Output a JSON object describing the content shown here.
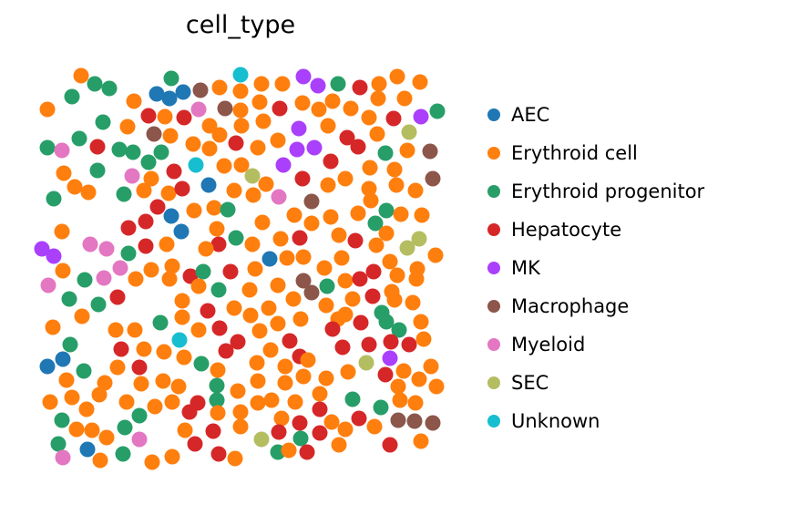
{
  "chart_data": {
    "type": "scatter",
    "title": "cell_type",
    "xlabel": "",
    "ylabel": "",
    "grid": false,
    "axes_visible": false,
    "legend_position": "right of plot",
    "coordinate_space": "figure pixels (878x554, y down)",
    "marker_diameter_px": 17,
    "point_radius": 8.5,
    "n_points": 318,
    "categories": [
      {
        "name": "AEC",
        "color": "#1f77b4"
      },
      {
        "name": "Erythroid cell",
        "color": "#ff7f0e"
      },
      {
        "name": "Erythroid progenitor",
        "color": "#279e68"
      },
      {
        "name": "Hepatocyte",
        "color": "#d62728"
      },
      {
        "name": "MK",
        "color": "#aa40fc"
      },
      {
        "name": "Macrophage",
        "color": "#8c564b"
      },
      {
        "name": "Myeloid",
        "color": "#e377c2"
      },
      {
        "name": "SEC",
        "color": "#b5bd61"
      },
      {
        "name": "Unknown",
        "color": "#17becf"
      }
    ],
    "points": [
      [
        89,
        83,
        1
      ],
      [
        104,
        92,
        2
      ],
      [
        120,
        97,
        2
      ],
      [
        79,
        106,
        2
      ],
      [
        172,
        103,
        0
      ],
      [
        186,
        108,
        0
      ],
      [
        147,
        111,
        1
      ],
      [
        52,
        120,
        1
      ],
      [
        163,
        127,
        3
      ],
      [
        181,
        128,
        1
      ],
      [
        113,
        134,
        2
      ],
      [
        140,
        139,
        1
      ],
      [
        169,
        147,
        5
      ],
      [
        187,
        149,
        1
      ],
      [
        87,
        152,
        2
      ],
      [
        52,
        162,
        2
      ],
      [
        68,
        165,
        6
      ],
      [
        107,
        161,
        3
      ],
      [
        131,
        164,
        2
      ],
      [
        146,
        167,
        2
      ],
      [
        177,
        167,
        2
      ],
      [
        163,
        178,
        2
      ],
      [
        70,
        190,
        1
      ],
      [
        107,
        187,
        2
      ],
      [
        145,
        193,
        6
      ],
      [
        166,
        196,
        1
      ],
      [
        82,
        205,
        1
      ],
      [
        97,
        211,
        1
      ],
      [
        136,
        213,
        2
      ],
      [
        158,
        209,
        1
      ],
      [
        185,
        212,
        1
      ],
      [
        264,
        82,
        8
      ],
      [
        333,
        84,
        4
      ],
      [
        188,
        86,
        2
      ],
      [
        201,
        101,
        0
      ],
      [
        220,
        99,
        5
      ],
      [
        241,
        96,
        1
      ],
      [
        287,
        92,
        1
      ],
      [
        310,
        92,
        1
      ],
      [
        349,
        94,
        4
      ],
      [
        264,
        100,
        1
      ],
      [
        285,
        112,
        1
      ],
      [
        332,
        113,
        1
      ],
      [
        218,
        120,
        6
      ],
      [
        247,
        119,
        5
      ],
      [
        264,
        121,
        1
      ],
      [
        307,
        119,
        3
      ],
      [
        202,
        129,
        3
      ],
      [
        230,
        138,
        1
      ],
      [
        265,
        138,
        1
      ],
      [
        289,
        133,
        1
      ],
      [
        328,
        141,
        4
      ],
      [
        241,
        148,
        1
      ],
      [
        259,
        157,
        3
      ],
      [
        305,
        154,
        1
      ],
      [
        212,
        158,
        1
      ],
      [
        326,
        164,
        4
      ],
      [
        345,
        162,
        4
      ],
      [
        230,
        163,
        1
      ],
      [
        283,
        162,
        1
      ],
      [
        215,
        181,
        8
      ],
      [
        246,
        182,
        1
      ],
      [
        265,
        181,
        1
      ],
      [
        311,
        181,
        4
      ],
      [
        277,
        193,
        7
      ],
      [
        191,
        188,
        3
      ],
      [
        332,
        196,
        3
      ],
      [
        229,
        203,
        0
      ],
      [
        292,
        202,
        1
      ],
      [
        200,
        207,
        3
      ],
      [
        257,
        209,
        1
      ],
      [
        278,
        214,
        1
      ],
      [
        371,
        92,
        2
      ],
      [
        395,
        96,
        3
      ],
      [
        416,
        92,
        1
      ],
      [
        436,
        84,
        1
      ],
      [
        461,
        90,
        1
      ],
      [
        365,
        111,
        1
      ],
      [
        350,
        120,
        1
      ],
      [
        415,
        108,
        1
      ],
      [
        444,
        108,
        1
      ],
      [
        385,
        119,
        1
      ],
      [
        405,
        129,
        1
      ],
      [
        432,
        130,
        3
      ],
      [
        462,
        128,
        4
      ],
      [
        480,
        122,
        2
      ],
      [
        360,
        138,
        1
      ],
      [
        449,
        145,
        7
      ],
      [
        381,
        151,
        3
      ],
      [
        393,
        161,
        3
      ],
      [
        414,
        147,
        1
      ],
      [
        423,
        168,
        2
      ],
      [
        447,
        165,
        1
      ],
      [
        472,
        166,
        5
      ],
      [
        363,
        177,
        3
      ],
      [
        406,
        184,
        1
      ],
      [
        433,
        186,
        1
      ],
      [
        379,
        196,
        1
      ],
      [
        360,
        203,
        1
      ],
      [
        475,
        196,
        5
      ],
      [
        405,
        207,
        1
      ],
      [
        435,
        203,
        1
      ],
      [
        456,
        209,
        1
      ],
      [
        59,
        218,
        2
      ],
      [
        173,
        227,
        3
      ],
      [
        188,
        237,
        0
      ],
      [
        160,
        243,
        3
      ],
      [
        141,
        250,
        3
      ],
      [
        68,
        254,
        1
      ],
      [
        46,
        273,
        4
      ],
      [
        59,
        281,
        4
      ],
      [
        99,
        268,
        6
      ],
      [
        117,
        273,
        6
      ],
      [
        141,
        278,
        2
      ],
      [
        160,
        270,
        3
      ],
      [
        183,
        268,
        1
      ],
      [
        69,
        297,
        1
      ],
      [
        132,
        294,
        6
      ],
      [
        166,
        296,
        1
      ],
      [
        189,
        292,
        1
      ],
      [
        93,
        307,
        2
      ],
      [
        114,
        305,
        6
      ],
      [
        149,
        306,
        1
      ],
      [
        186,
        306,
        1
      ],
      [
        53,
        313,
        6
      ],
      [
        76,
        328,
        2
      ],
      [
        129,
        326,
        3
      ],
      [
        108,
        334,
        2
      ],
      [
        90,
        347,
        1
      ],
      [
        58,
        359,
        1
      ],
      [
        127,
        362,
        1
      ],
      [
        148,
        362,
        1
      ],
      [
        176,
        354,
        2
      ],
      [
        306,
        216,
        6
      ],
      [
        342,
        221,
        5
      ],
      [
        213,
        231,
        1
      ],
      [
        235,
        228,
        1
      ],
      [
        250,
        230,
        2
      ],
      [
        288,
        244,
        1
      ],
      [
        323,
        236,
        1
      ],
      [
        342,
        245,
        1
      ],
      [
        199,
        254,
        0
      ],
      [
        238,
        251,
        1
      ],
      [
        240,
        268,
        3
      ],
      [
        259,
        261,
        2
      ],
      [
        226,
        273,
        1
      ],
      [
        277,
        268,
        1
      ],
      [
        329,
        261,
        3
      ],
      [
        308,
        262,
        1
      ],
      [
        296,
        284,
        0
      ],
      [
        315,
        283,
        1
      ],
      [
        333,
        282,
        1
      ],
      [
        209,
        303,
        3
      ],
      [
        223,
        298,
        2
      ],
      [
        253,
        298,
        3
      ],
      [
        280,
        295,
        1
      ],
      [
        240,
        318,
        2
      ],
      [
        218,
        314,
        1
      ],
      [
        305,
        313,
        1
      ],
      [
        333,
        308,
        5
      ],
      [
        342,
        321,
        5
      ],
      [
        200,
        330,
        1
      ],
      [
        274,
        318,
        1
      ],
      [
        322,
        328,
        1
      ],
      [
        228,
        341,
        3
      ],
      [
        257,
        338,
        1
      ],
      [
        295,
        338,
        1
      ],
      [
        275,
        346,
        1
      ],
      [
        200,
        348,
        1
      ],
      [
        330,
        350,
        1
      ],
      [
        305,
        355,
        1
      ],
      [
        241,
        360,
        3
      ],
      [
        218,
        362,
        1
      ],
      [
        285,
        363,
        1
      ],
      [
        407,
        220,
        1
      ],
      [
        424,
        231,
        2
      ],
      [
        440,
        235,
        1
      ],
      [
        463,
        236,
        1
      ],
      [
        363,
        238,
        1
      ],
      [
        393,
        234,
        1
      ],
      [
        412,
        245,
        2
      ],
      [
        372,
        258,
        1
      ],
      [
        390,
        264,
        3
      ],
      [
        424,
        256,
        1
      ],
      [
        460,
        262,
        7
      ],
      [
        447,
        272,
        7
      ],
      [
        413,
        269,
        1
      ],
      [
        478,
        280,
        1
      ],
      [
        356,
        294,
        1
      ],
      [
        375,
        283,
        1
      ],
      [
        428,
        287,
        1
      ],
      [
        410,
        298,
        3
      ],
      [
        458,
        295,
        1
      ],
      [
        379,
        308,
        1
      ],
      [
        395,
        306,
        3
      ],
      [
        359,
        314,
        2
      ],
      [
        436,
        302,
        1
      ],
      [
        457,
        306,
        1
      ],
      [
        409,
        325,
        3
      ],
      [
        387,
        328,
        1
      ],
      [
        430,
        320,
        1
      ],
      [
        433,
        329,
        1
      ],
      [
        453,
        332,
        1
      ],
      [
        358,
        335,
        1
      ],
      [
        379,
        345,
        1
      ],
      [
        419,
        343,
        2
      ],
      [
        424,
        353,
        2
      ],
      [
        371,
        350,
        1
      ],
      [
        396,
        354,
        3
      ],
      [
        365,
        361,
        3
      ],
      [
        438,
        362,
        2
      ],
      [
        462,
        353,
        1
      ],
      [
        77,
        378,
        2
      ],
      [
        69,
        394,
        0
      ],
      [
        52,
        402,
        0
      ],
      [
        133,
        383,
        3
      ],
      [
        158,
        383,
        1
      ],
      [
        180,
        386,
        1
      ],
      [
        129,
        403,
        1
      ],
      [
        153,
        403,
        3
      ],
      [
        92,
        407,
        2
      ],
      [
        73,
        417,
        1
      ],
      [
        115,
        420,
        1
      ],
      [
        155,
        421,
        1
      ],
      [
        179,
        418,
        1
      ],
      [
        79,
        436,
        1
      ],
      [
        109,
        433,
        1
      ],
      [
        55,
        441,
        1
      ],
      [
        139,
        441,
        1
      ],
      [
        170,
        446,
        1
      ],
      [
        189,
        441,
        1
      ],
      [
        68,
        461,
        2
      ],
      [
        153,
        456,
        2
      ],
      [
        95,
        449,
        1
      ],
      [
        84,
        471,
        1
      ],
      [
        101,
        472,
        1
      ],
      [
        137,
        469,
        2
      ],
      [
        117,
        480,
        1
      ],
      [
        153,
        482,
        6
      ],
      [
        64,
        487,
        2
      ],
      [
        96,
        493,
        0
      ],
      [
        69,
        502,
        6
      ],
      [
        135,
        498,
        2
      ],
      [
        110,
        505,
        1
      ],
      [
        167,
        507,
        1
      ],
      [
        189,
        501,
        1
      ],
      [
        197,
        373,
        8
      ],
      [
        261,
        375,
        3
      ],
      [
        248,
        385,
        3
      ],
      [
        297,
        384,
        1
      ],
      [
        202,
        392,
        1
      ],
      [
        221,
        399,
        2
      ],
      [
        239,
        406,
        1
      ],
      [
        282,
        398,
        1
      ],
      [
        313,
        402,
        1
      ],
      [
        318,
        374,
        3
      ],
      [
        329,
        391,
        3
      ],
      [
        338,
        395,
        1
      ],
      [
        283,
        418,
        1
      ],
      [
        313,
        420,
        1
      ],
      [
        333,
        413,
        1
      ],
      [
        238,
        423,
        2
      ],
      [
        261,
        429,
        1
      ],
      [
        238,
        439,
        2
      ],
      [
        196,
        424,
        1
      ],
      [
        217,
        442,
        3
      ],
      [
        208,
        452,
        3
      ],
      [
        283,
        442,
        1
      ],
      [
        298,
        439,
        1
      ],
      [
        324,
        441,
        1
      ],
      [
        351,
        432,
        1
      ],
      [
        351,
        449,
        3
      ],
      [
        239,
        453,
        1
      ],
      [
        264,
        452,
        1
      ],
      [
        203,
        472,
        1
      ],
      [
        234,
        473,
        3
      ],
      [
        264,
        468,
        1
      ],
      [
        309,
        459,
        1
      ],
      [
        329,
        464,
        3
      ],
      [
        306,
        474,
        3
      ],
      [
        287,
        482,
        7
      ],
      [
        330,
        481,
        2
      ],
      [
        214,
        487,
        3
      ],
      [
        240,
        498,
        3
      ],
      [
        258,
        503,
        1
      ],
      [
        305,
        496,
        2
      ],
      [
        317,
        494,
        1
      ],
      [
        337,
        496,
        3
      ],
      [
        351,
        475,
        3
      ],
      [
        376,
        381,
        3
      ],
      [
        405,
        378,
        3
      ],
      [
        429,
        375,
        3
      ],
      [
        449,
        378,
        3
      ],
      [
        465,
        372,
        1
      ],
      [
        402,
        398,
        7
      ],
      [
        428,
        393,
        4
      ],
      [
        382,
        408,
        1
      ],
      [
        423,
        411,
        3
      ],
      [
        443,
        407,
        1
      ],
      [
        473,
        402,
        1
      ],
      [
        358,
        415,
        1
      ],
      [
        437,
        424,
        1
      ],
      [
        460,
        416,
        1
      ],
      [
        479,
        424,
        1
      ],
      [
        387,
        438,
        2
      ],
      [
        418,
        447,
        2
      ],
      [
        439,
        439,
        1
      ],
      [
        456,
        442,
        1
      ],
      [
        364,
        463,
        1
      ],
      [
        394,
        459,
        3
      ],
      [
        437,
        461,
        5
      ],
      [
        455,
        462,
        5
      ],
      [
        475,
        464,
        5
      ],
      [
        379,
        471,
        1
      ],
      [
        411,
        468,
        1
      ],
      [
        372,
        488,
        1
      ],
      [
        428,
        488,
        3
      ],
      [
        462,
        484,
        1
      ]
    ]
  },
  "legend": {
    "items": [
      "AEC",
      "Erythroid cell",
      "Erythroid progenitor",
      "Hepatocyte",
      "MK",
      "Macrophage",
      "Myeloid",
      "SEC",
      "Unknown"
    ]
  }
}
